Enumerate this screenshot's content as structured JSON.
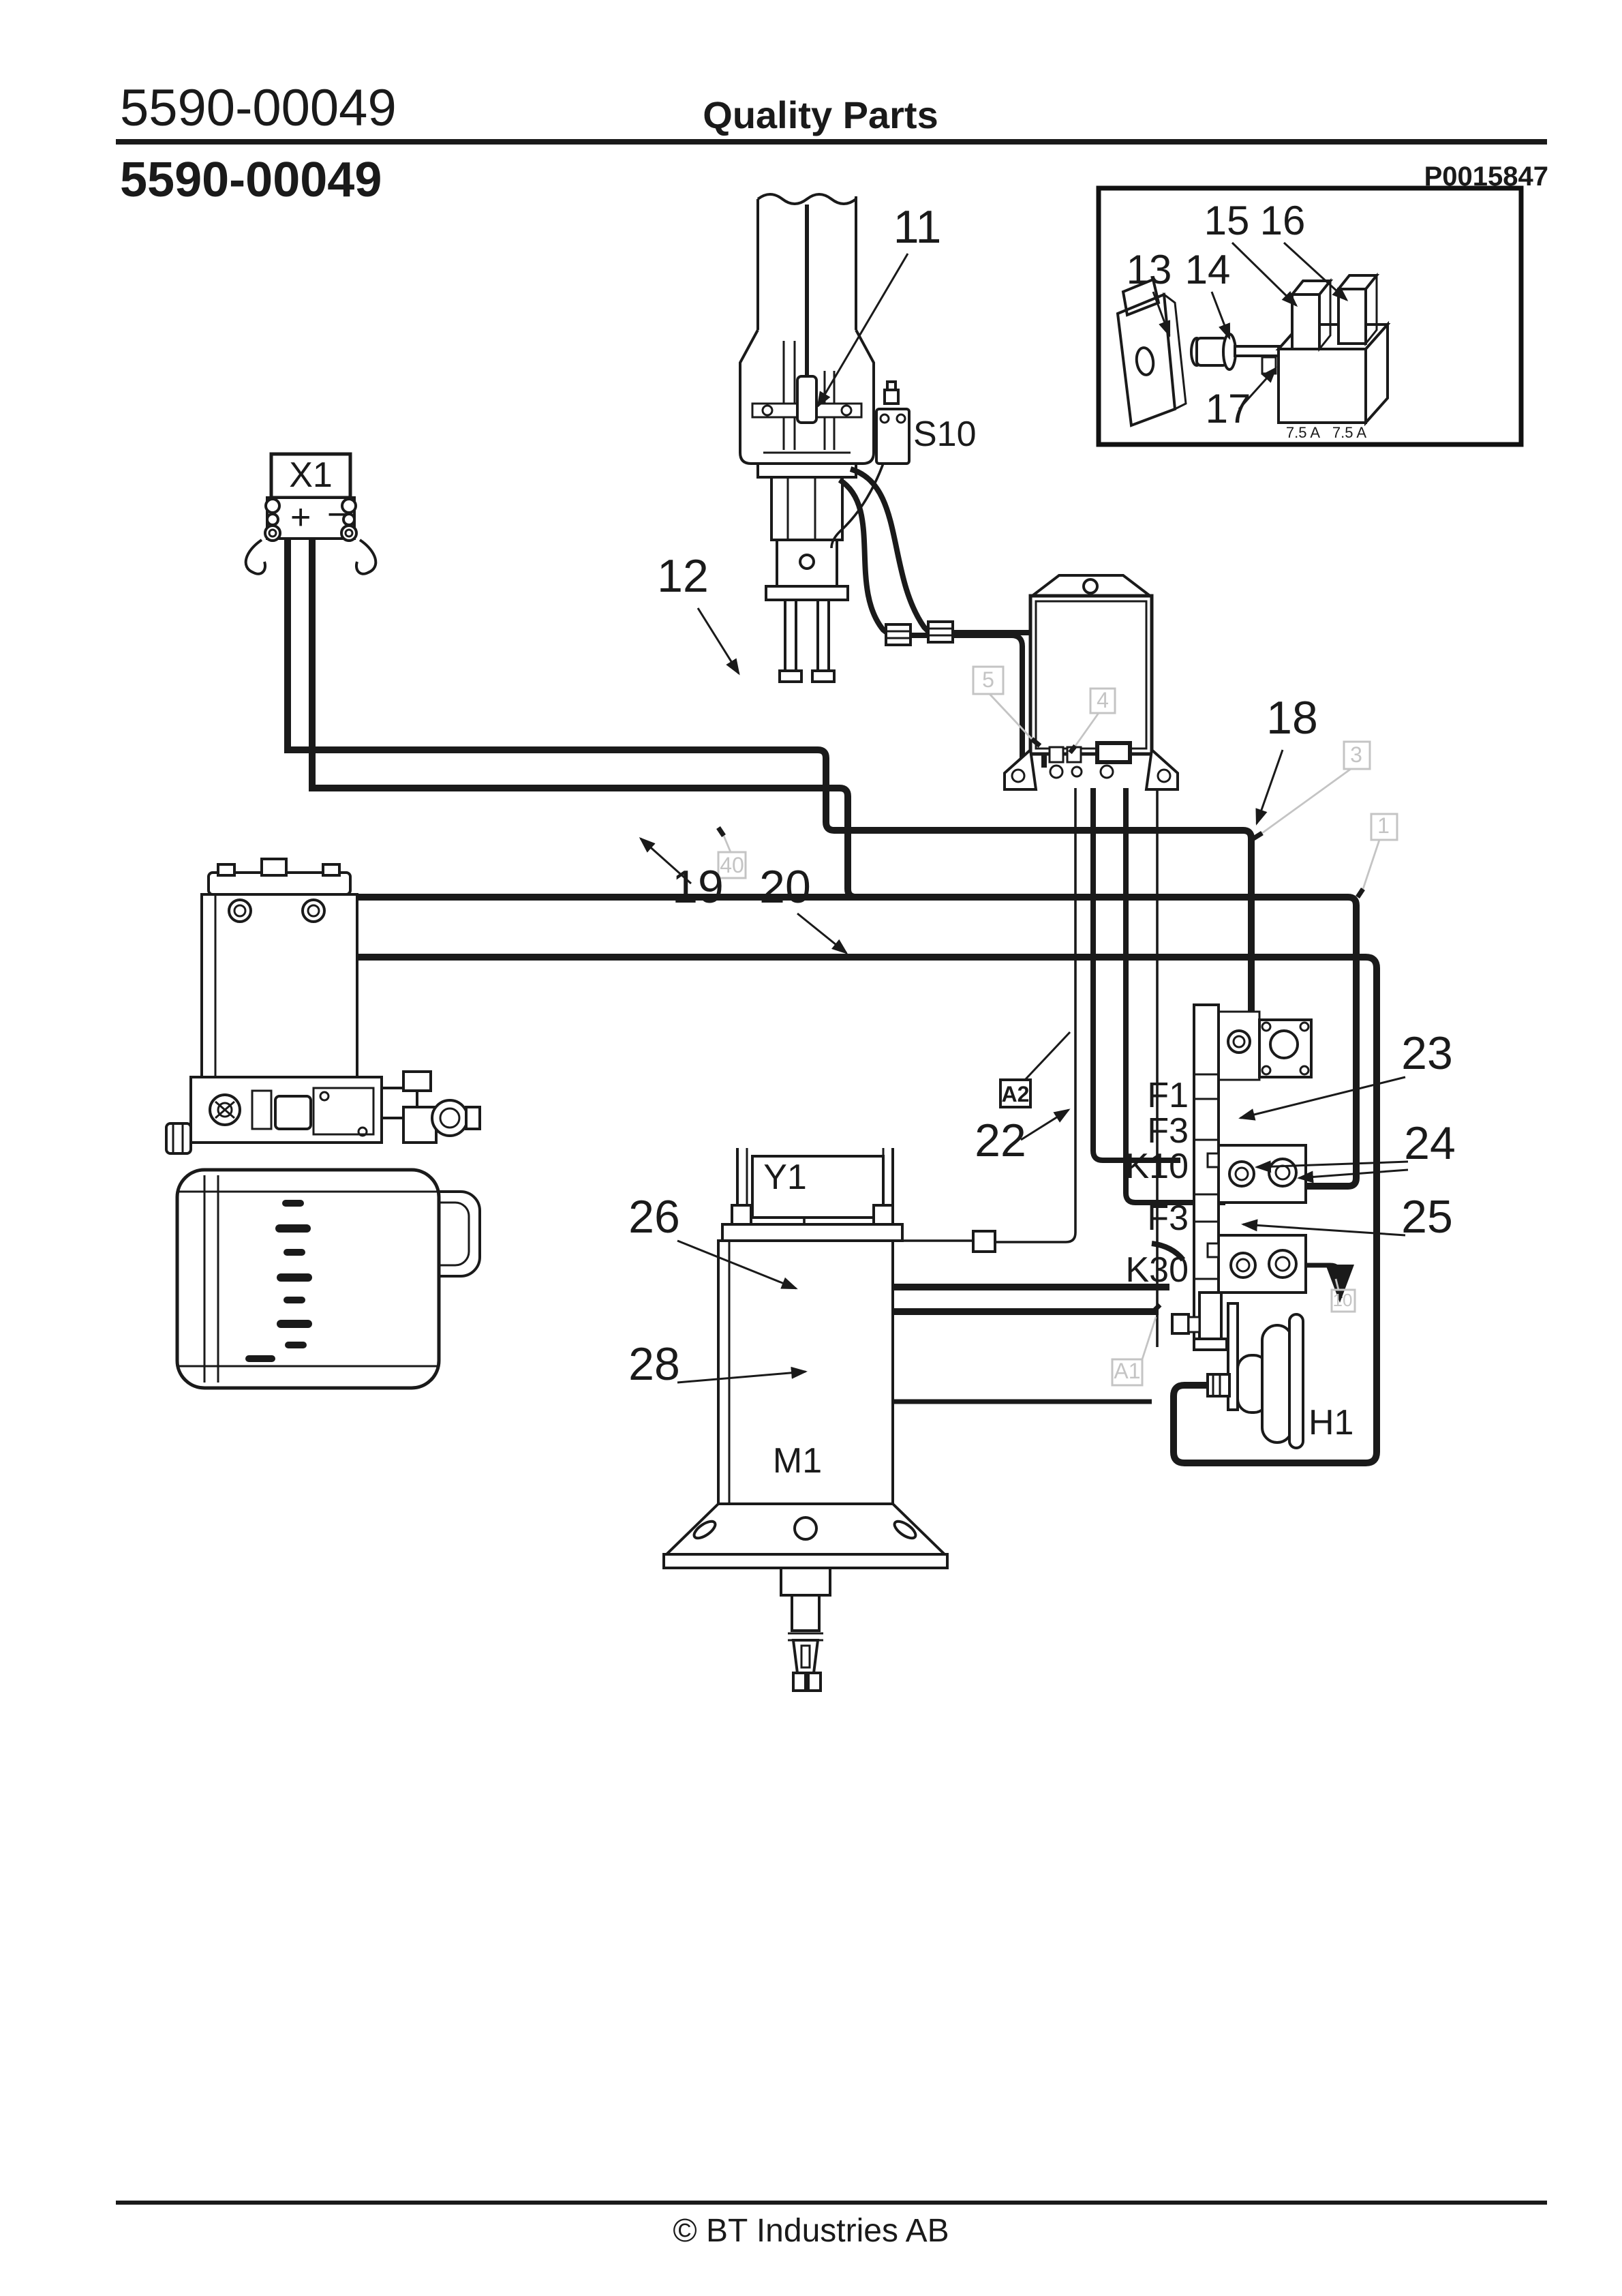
{
  "header": {
    "doc_number": "5590-00049",
    "title": "Quality Parts",
    "doc_number_bold": "5590-00049",
    "image_ref": "P0015847"
  },
  "footer": {
    "copyright": "© BT Industries AB"
  },
  "inset": {
    "n13": "13",
    "n14": "14",
    "n15": "15",
    "n16": "16",
    "n17": "17",
    "fuse_left": "7.5 A",
    "fuse_right": "7.5 A"
  },
  "callouts": {
    "n11": "11",
    "n12": "12",
    "n18": "18",
    "n19": "19",
    "n20": "20",
    "n22": "22",
    "n23": "23",
    "n24": "24",
    "n25": "25",
    "n26": "26",
    "n28": "28"
  },
  "components": {
    "x1": "X1",
    "s10": "S10",
    "y1": "Y1",
    "m1": "M1",
    "h1": "H1",
    "a2": "A2",
    "f1": "F1",
    "f3_upper": "F3",
    "k10": "K10",
    "f3_lower": "F3",
    "k30": "K30"
  },
  "ref_boxes": {
    "b5": "5",
    "b4": "4",
    "b3": "3",
    "b1": "1",
    "b40": "40",
    "b10": "10",
    "a1": "A1"
  },
  "battery": {
    "plus": "+",
    "minus": "−"
  }
}
